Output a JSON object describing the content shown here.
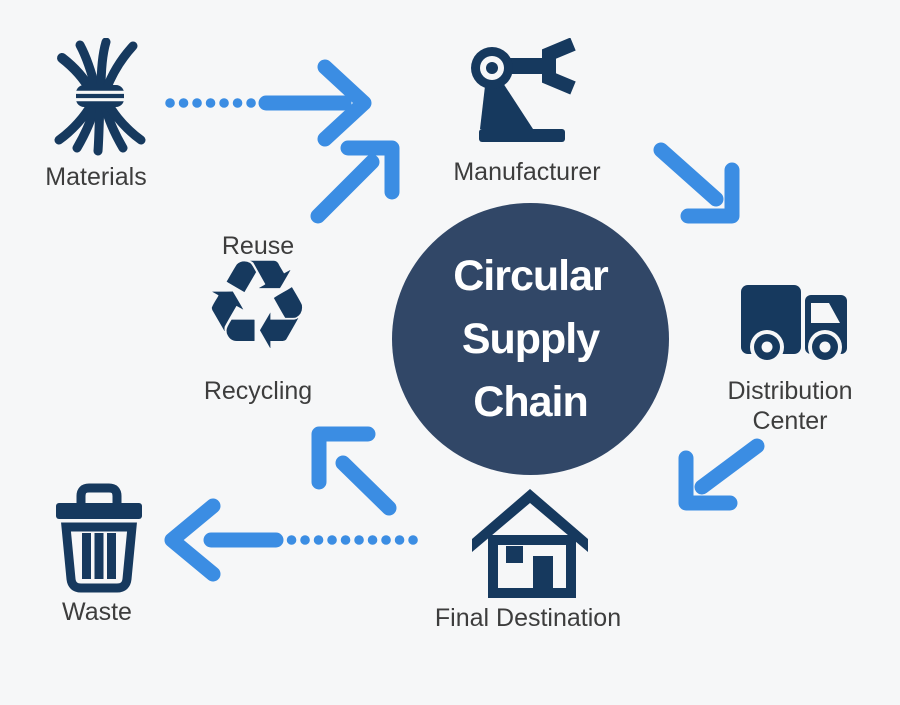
{
  "diagram_title": "Circular Supply Chain",
  "title": {
    "lines": [
      "Circular",
      "Supply",
      "Chain"
    ]
  },
  "nodes": {
    "materials": {
      "label": "Materials",
      "icon": "wheat-sheaf-icon"
    },
    "manufacturer": {
      "label": "Manufacturer",
      "icon": "robot-arm-icon"
    },
    "distribution_center": {
      "label": "Distribution Center",
      "icon": "delivery-truck-icon"
    },
    "final_destination": {
      "label": "Final Destination",
      "icon": "house-icon"
    },
    "waste": {
      "label": "Waste",
      "icon": "trash-can-icon"
    },
    "recycling": {
      "label": "Recycling",
      "icon": "recycle-icon"
    },
    "reuse": {
      "label": "Reuse",
      "icon": "recycle-icon"
    }
  },
  "connections": [
    {
      "from": "Materials",
      "to": "Manufacturer",
      "style": "dotted-then-solid-arrow",
      "direction": "right"
    },
    {
      "from": "Reuse / Recycling",
      "to": "Manufacturer",
      "style": "solid-arrow",
      "direction": "up-right"
    },
    {
      "from": "Manufacturer",
      "to": "Distribution Center",
      "style": "solid-arrow",
      "direction": "down-right"
    },
    {
      "from": "Distribution Center",
      "to": "Final Destination",
      "style": "solid-arrow",
      "direction": "down-left"
    },
    {
      "from": "Final Destination",
      "to": "Recycling",
      "style": "solid-arrow",
      "direction": "up-left"
    },
    {
      "from": "Final Destination",
      "to": "Waste",
      "style": "dotted-then-solid-arrow",
      "direction": "left"
    }
  ],
  "icons": {
    "recycle_glyph": "♻"
  },
  "colors": {
    "background": "#f6f7f8",
    "icon_navy": "#16395e",
    "circle_navy": "#314767",
    "arrow_blue": "#3b8de3",
    "label_gray": "#3d3d3d",
    "title_white": "#ffffff"
  }
}
